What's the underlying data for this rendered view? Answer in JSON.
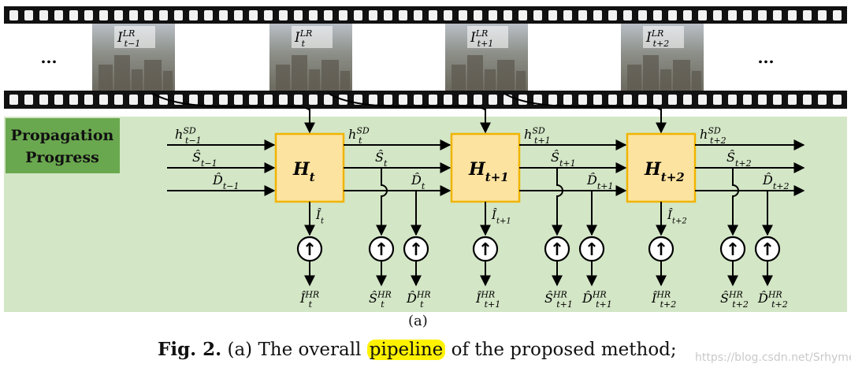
{
  "figure": {
    "ellipsis_left": "...",
    "ellipsis_right": "...",
    "propagation_label_line1": "Propagation",
    "propagation_label_line2": "Progress",
    "frames": [
      {
        "base": "I",
        "sup": "LR",
        "sub": "t−1"
      },
      {
        "base": "I",
        "sup": "LR",
        "sub": "t"
      },
      {
        "base": "I",
        "sup": "LR",
        "sub": "t+1"
      },
      {
        "base": "I",
        "sup": "LR",
        "sub": "t+2"
      }
    ],
    "inputs": [
      {
        "base": "h",
        "sup": "SD",
        "sub": "t−1"
      },
      {
        "base": "Ŝ",
        "sup": "",
        "sub": "t−1"
      },
      {
        "base": "D̂",
        "sup": "",
        "sub": "t−1"
      }
    ],
    "blocks": [
      {
        "base": "H",
        "sub": "t",
        "out_h": {
          "base": "h",
          "sup": "SD",
          "sub": "t"
        },
        "out_s": {
          "base": "Ŝ",
          "sub": "t"
        },
        "out_d": {
          "base": "D̂",
          "sub": "t"
        },
        "out_i": {
          "base": "Î",
          "sub": "t"
        },
        "hr": [
          {
            "base": "Î",
            "sup": "HR",
            "sub": "t"
          },
          {
            "base": "Ŝ",
            "sup": "HR",
            "sub": "t"
          },
          {
            "base": "D̂",
            "sup": "HR",
            "sub": "t"
          }
        ]
      },
      {
        "base": "H",
        "sub": "t+1",
        "out_h": {
          "base": "h",
          "sup": "SD",
          "sub": "t+1"
        },
        "out_s": {
          "base": "Ŝ",
          "sub": "t+1"
        },
        "out_d": {
          "base": "D̂",
          "sub": "t+1"
        },
        "out_i": {
          "base": "Î",
          "sub": "t+1"
        },
        "hr": [
          {
            "base": "Î",
            "sup": "HR",
            "sub": "t+1"
          },
          {
            "base": "Ŝ",
            "sup": "HR",
            "sub": "t+1"
          },
          {
            "base": "D̂",
            "sup": "HR",
            "sub": "t+1"
          }
        ]
      },
      {
        "base": "H",
        "sub": "t+2",
        "out_h": {
          "base": "h",
          "sup": "SD",
          "sub": "t+2"
        },
        "out_s": {
          "base": "Ŝ",
          "sub": "t+2"
        },
        "out_d": {
          "base": "D̂",
          "sub": "t+2"
        },
        "out_i": {
          "base": "Î",
          "sub": "t+2"
        },
        "hr": [
          {
            "base": "Î",
            "sup": "HR",
            "sub": "t+2"
          },
          {
            "base": "Ŝ",
            "sup": "HR",
            "sub": "t+2"
          },
          {
            "base": "D̂",
            "sup": "HR",
            "sub": "t+2"
          }
        ]
      }
    ],
    "upsample_glyph": "↑",
    "sublabel": "(a)"
  },
  "caption": {
    "fig_label": "Fig. 2.",
    "text_before": " (a) The overall ",
    "highlight": "pipeline",
    "text_after": " of the proposed method;"
  },
  "watermark": "https://blog.csdn.net/Srhyme",
  "colors": {
    "green_panel": "#d3e6c6",
    "label_box": "#6aa84f",
    "block_fill": "#fde3a0",
    "block_border": "#f0b400",
    "film": "#111111",
    "highlight": "#fff200"
  }
}
